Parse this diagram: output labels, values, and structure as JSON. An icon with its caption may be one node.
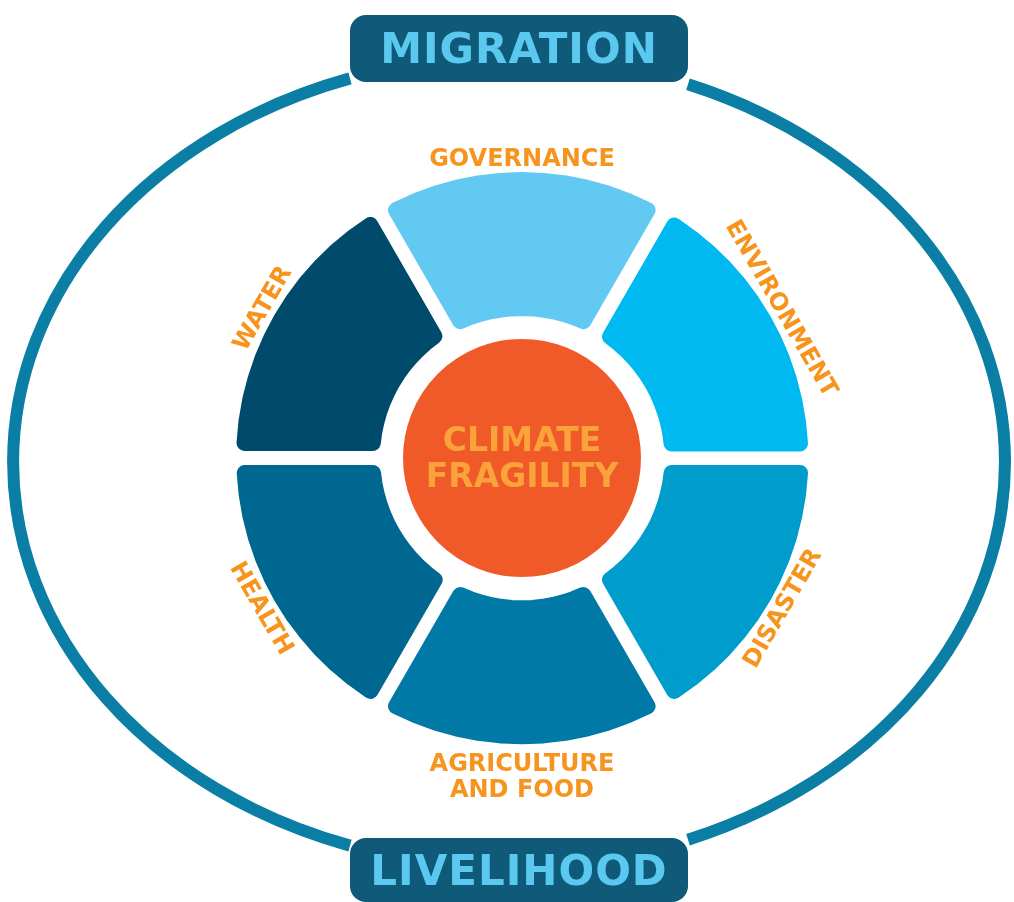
{
  "diagram": {
    "nodes": [
      {
        "text": [
          "MIGRATION"
        ]
      },
      {
        "text": [
          "GOVERNANCE"
        ]
      },
      {
        "text": [
          "WATER"
        ]
      },
      {
        "text": [
          "ENVIRONMENT"
        ]
      },
      {
        "text": [
          "CLIMATE FRAGILITY"
        ]
      },
      {
        "text": [
          "HEALTH"
        ]
      },
      {
        "text": [
          "DISASTER"
        ]
      },
      {
        "text": [
          "AGRICULTURE AND FOOD"
        ]
      },
      {
        "text": [
          "LIVELIHOOD"
        ]
      }
    ],
    "edges": [
      {
        "from": 0,
        "to": 8,
        "arrow": "none"
      },
      {
        "from": 0,
        "to": 8,
        "arrow": "none"
      }
    ]
  }
}
